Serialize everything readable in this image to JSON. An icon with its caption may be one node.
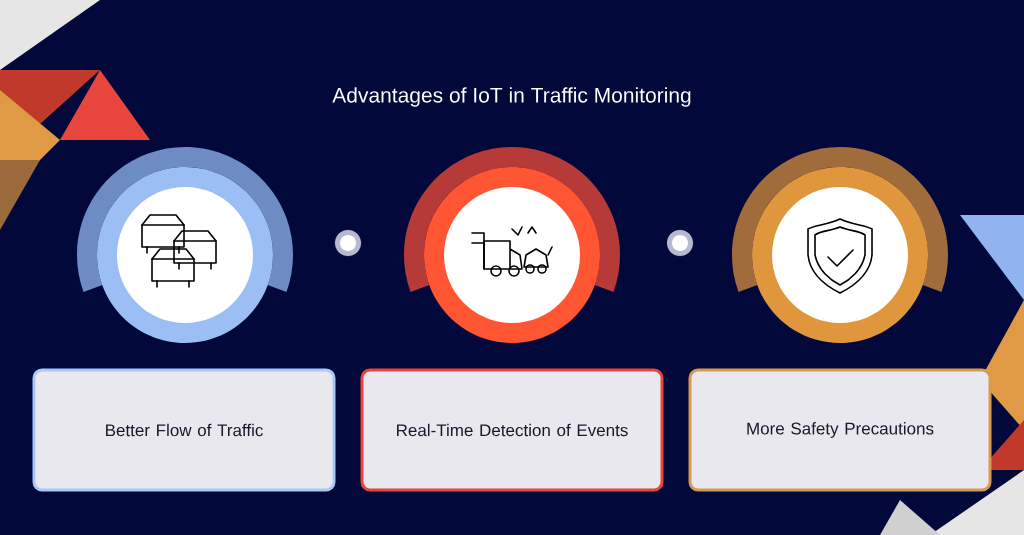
{
  "diagram": {
    "title": "Advantages of IoT in Traffic Monitoring",
    "nodes": [
      {
        "text": [],
        "shape": "circle"
      },
      {
        "text": [],
        "shape": "circle"
      },
      {
        "text": [],
        "shape": "circle"
      },
      {
        "text": [
          "Better Flow of Traffic"
        ]
      },
      {
        "text": [
          "Real-Time Detection of Events"
        ]
      },
      {
        "text": [
          "More Safety Precautions"
        ]
      }
    ]
  }
}
